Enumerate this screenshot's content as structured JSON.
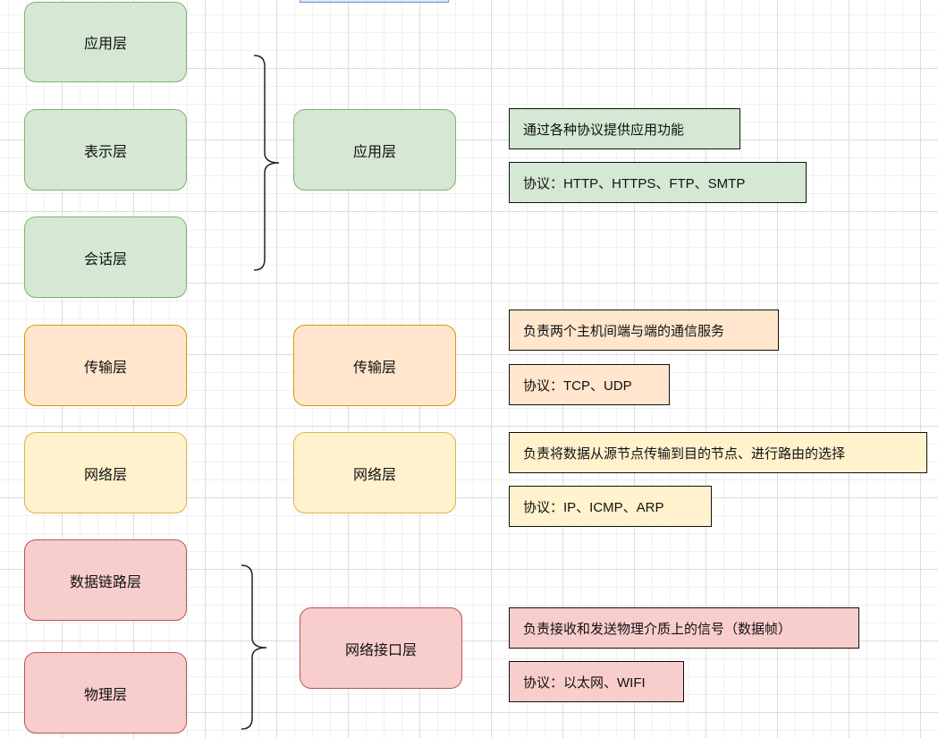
{
  "osi_layers": {
    "application": "应用层",
    "presentation": "表示层",
    "session": "会话层",
    "transport": "传输层",
    "network": "网络层",
    "datalink": "数据链路层",
    "physical": "物理层"
  },
  "tcpip_layers": {
    "application": "应用层",
    "transport": "传输层",
    "network": "网络层",
    "network_interface": "网络接口层"
  },
  "notes": {
    "application_desc": "通过各种协议提供应用功能",
    "application_proto": "协议：HTTP、HTTPS、FTP、SMTP",
    "transport_desc": "负责两个主机间端与端的通信服务",
    "transport_proto": "协议：TCP、UDP",
    "network_desc": "负责将数据从源节点传输到目的节点、进行路由的选择",
    "network_proto": "协议：IP、ICMP、ARP",
    "interface_desc": "负责接收和发送物理介质上的信号（数据帧）",
    "interface_proto": "协议：以太网、WIFI"
  },
  "colors": {
    "green_fill": "#d5e8d4",
    "green_stroke": "#82b366",
    "orange_fill": "#ffe6cc",
    "orange_stroke": "#d79b00",
    "yellow_fill": "#fff2cc",
    "yellow_stroke": "#d6b656",
    "red_fill": "#f8cecc",
    "red_stroke": "#b85450"
  }
}
